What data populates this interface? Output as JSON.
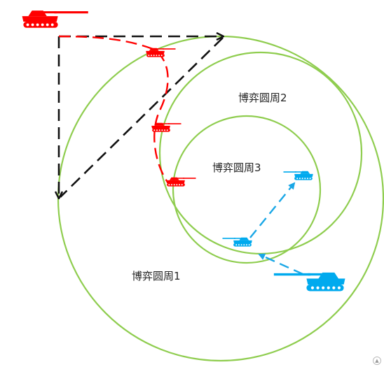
{
  "circles": [
    {
      "id": "1",
      "label": "博弈圆周1",
      "color": "#8fcd4f"
    },
    {
      "id": "2",
      "label": "博弈圆周2",
      "color": "#8fcd4f"
    },
    {
      "id": "3",
      "label": "博弈圆周3",
      "color": "#8fcd4f"
    }
  ],
  "colors": {
    "red_team": "#ff0000",
    "blue_team": "#00aaee",
    "triangle": "#111111",
    "circle_stroke": "#8fcd4f"
  },
  "icons": {
    "tank": "tank-icon",
    "corner": "triangle-up-icon"
  },
  "corner_glyph": "▲"
}
